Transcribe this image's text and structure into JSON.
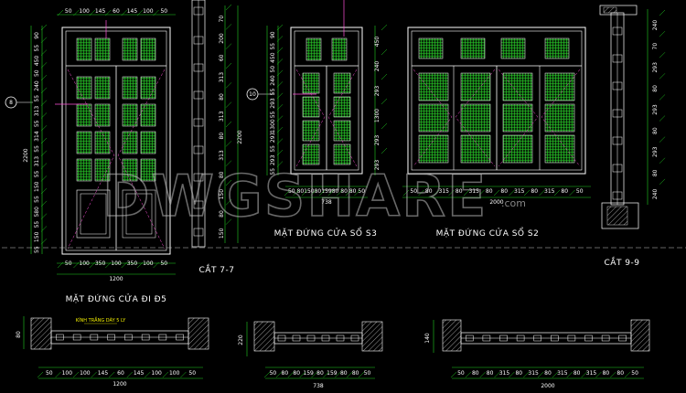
{
  "titles": {
    "door_d5": "MẶT ĐỨNG CỬA ĐI Đ5",
    "window_s3": "MẶT ĐỨNG CỬA SỔ S3",
    "window_s2": "MẶT ĐỨNG CỬA SỔ S2",
    "section_77": "CẮT 7-7",
    "section_99": "CẮT 9-9"
  },
  "notes": {
    "glass": "KÍNH TRẮNG DÀY 5 LY"
  },
  "watermark": {
    "main": "DWGSHARE",
    "suffix": ".com"
  },
  "markers": {
    "door_axis": "8",
    "s3_axis": "10"
  },
  "door_d5": {
    "top_dims": [
      "50",
      "100",
      "145",
      "60",
      "145",
      "100",
      "50"
    ],
    "bottom_dims": [
      "50",
      "100",
      "350",
      "100",
      "350",
      "100",
      "50"
    ],
    "overall_width": "1200",
    "left_dims": [
      "90",
      "55",
      "450",
      "50",
      "240",
      "55",
      "313",
      "55",
      "314",
      "55",
      "313",
      "55",
      "150",
      "55",
      "580",
      "55",
      "150",
      "55"
    ],
    "left_overall": "2200"
  },
  "section_77": {
    "right_dims": [
      "70",
      "200",
      "60",
      "313",
      "80",
      "313",
      "80",
      "313",
      "80",
      "150",
      "80",
      "150"
    ],
    "overall": "2200"
  },
  "window_s3": {
    "bottom_dims": [
      "50",
      "80",
      "150",
      "80",
      "159",
      "80",
      "80",
      "80",
      "50"
    ],
    "overall_width": "738",
    "left_dims": [
      "90",
      "55",
      "450",
      "50",
      "240",
      "55",
      "293",
      "55",
      "1300",
      "293",
      "55",
      "293",
      "55"
    ],
    "right_dims": [
      "450",
      "240",
      "293",
      "1300",
      "293",
      "293"
    ]
  },
  "window_s2": {
    "bottom_dims": [
      "50",
      "80",
      "315",
      "80",
      "315",
      "80",
      "80",
      "315",
      "80",
      "315",
      "80",
      "50"
    ],
    "overall_width": "2000"
  },
  "section_99": {
    "dims": [
      "240",
      "70",
      "293",
      "80",
      "293",
      "80",
      "293",
      "80",
      "240"
    ]
  },
  "plan_door": {
    "dims": [
      "50",
      "100",
      "100",
      "145",
      "60",
      "145",
      "100",
      "100",
      "50"
    ],
    "overall": "1200",
    "height": "80"
  },
  "plan_s3": {
    "dims": [
      "50",
      "80",
      "80",
      "159",
      "80",
      "159",
      "80",
      "80",
      "50"
    ],
    "overall": "738",
    "height": "220"
  },
  "plan_s2": {
    "dims": [
      "50",
      "80",
      "80",
      "315",
      "80",
      "315",
      "80",
      "315",
      "80",
      "315",
      "80",
      "80",
      "50"
    ],
    "overall": "2000",
    "height": "140"
  }
}
